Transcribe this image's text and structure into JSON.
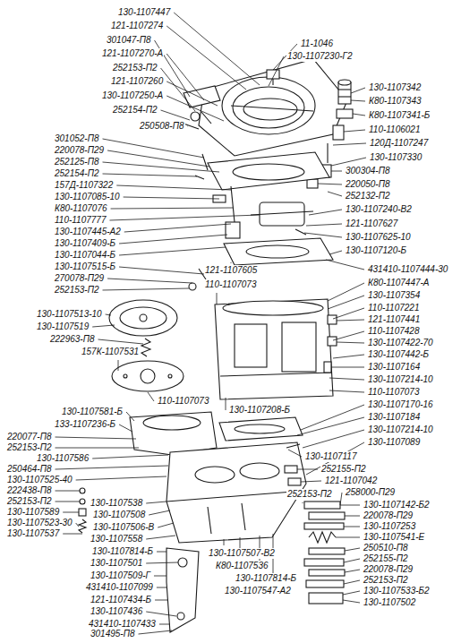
{
  "diagram": {
    "labels": [
      "130-1107447",
      "121-1107274",
      "301047-П8",
      "121-1107270-А",
      "252153-П2",
      "121-1107260",
      "130-1107250-А",
      "252154-П2",
      "250508-П8",
      "11-1046",
      "130-1107230-Г2",
      "130-1107342",
      "К80-1107343",
      "К80-1107341-Б",
      "110-1106021",
      "120Д-1107247",
      "130-1107330",
      "300304-П8",
      "220050-П8",
      "252132-П2",
      "130-1107240-В2",
      "121-1107627",
      "130-1107625-10",
      "130-1107120-Б",
      "301052-П8",
      "220078-П29",
      "252125-П8",
      "252154-П2",
      "157Д-1107322",
      "130-1107085-10",
      "К80-1107076",
      "110-1107777",
      "130-1107445-А2",
      "130-1107409-Б",
      "130-1107044-Б",
      "130-1107515-Б",
      "270078-П29",
      "252153-П2",
      "130-1107513-10",
      "130-1107519",
      "222963-П8",
      "157К-1107531",
      "121-1107605",
      "110-1107073",
      "431410-1107444-30",
      "К80-1107447-А",
      "130-1107354",
      "110-1107221",
      "121-1107441",
      "110-1107428",
      "130-1107422-70",
      "130-1107442-Б",
      "130-1107164",
      "130-1107214-10",
      "110-1107073",
      "130-1107170-16",
      "130-1107184",
      "130-1107214-10",
      "130-1107089",
      "110-1107073",
      "130-1107581-Б",
      "133-1107236-Б",
      "130-1107208-Б",
      "220077-П8",
      "252153-П2",
      "130-1107586",
      "250464-П8",
      "130-1107525-40",
      "222438-П8",
      "252153-П2",
      "130-1107589",
      "130-1107523-30",
      "130-1107537",
      "130-1107538",
      "130-1107508",
      "130-1107506-В",
      "130-1107558",
      "130-1107814-Б",
      "130-1107501",
      "130-1107509-Г",
      "431410-1107099",
      "121-1107434-Б",
      "130-1107436",
      "431410-1107433",
      "301495-П8",
      "130-1107507-В2",
      "К80-1107536",
      "130-1107814-Б",
      "130-1107547-А2",
      "130-1107117",
      "252155-П2",
      "121-1107042",
      "252153-П2",
      "258000-П29",
      "130-1107142-Б2",
      "220078-П29",
      "130-1107253",
      "130-1107541-Е",
      "250510-П8",
      "252155-П2",
      "220078-П29",
      "252153-П2",
      "130-1107533-Б2",
      "130-1107502"
    ]
  }
}
